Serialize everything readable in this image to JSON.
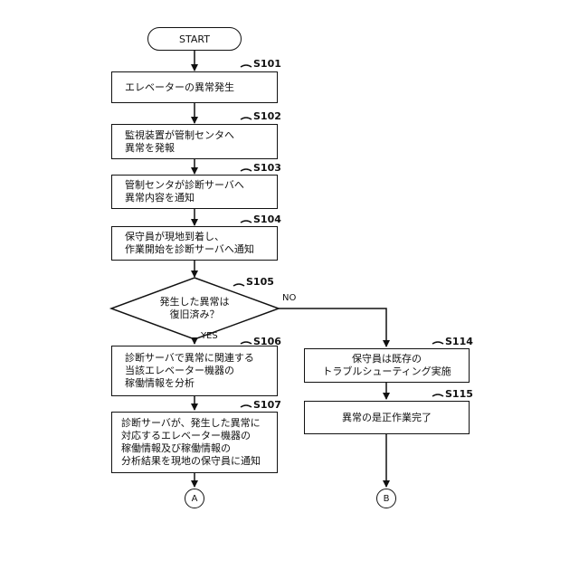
{
  "start": "START",
  "steps": {
    "s101": {
      "id": "S101",
      "text": "エレベーターの異常発生"
    },
    "s102": {
      "id": "S102",
      "text": "監視装置が管制センタへ\n異常を発報"
    },
    "s103": {
      "id": "S103",
      "text": "管制センタが診断サーバへ\n異常内容を通知"
    },
    "s104": {
      "id": "S104",
      "text": "保守員が現地到着し、\n作業開始を診断サーバへ通知"
    },
    "s105": {
      "id": "S105",
      "text": "発生した異常は\n復旧済み？"
    },
    "s106": {
      "id": "S106",
      "text": "診断サーバで異常に関連する\n当該エレベーター機器の\n稼働情報を分析"
    },
    "s107": {
      "id": "S107",
      "text": "診断サーバが、発生した異常に\n対応するエレベーター機器の\n稼働情報及び稼働情報の\n分析結果を現地の保守員に通知"
    },
    "s114": {
      "id": "S114",
      "text": "保守員は既存の\nトラブルシューティング実施"
    },
    "s115": {
      "id": "S115",
      "text": "異常の是正作業完了"
    }
  },
  "branch": {
    "yes": "YES",
    "no": "NO"
  },
  "connectors": {
    "a": "A",
    "b": "B"
  }
}
